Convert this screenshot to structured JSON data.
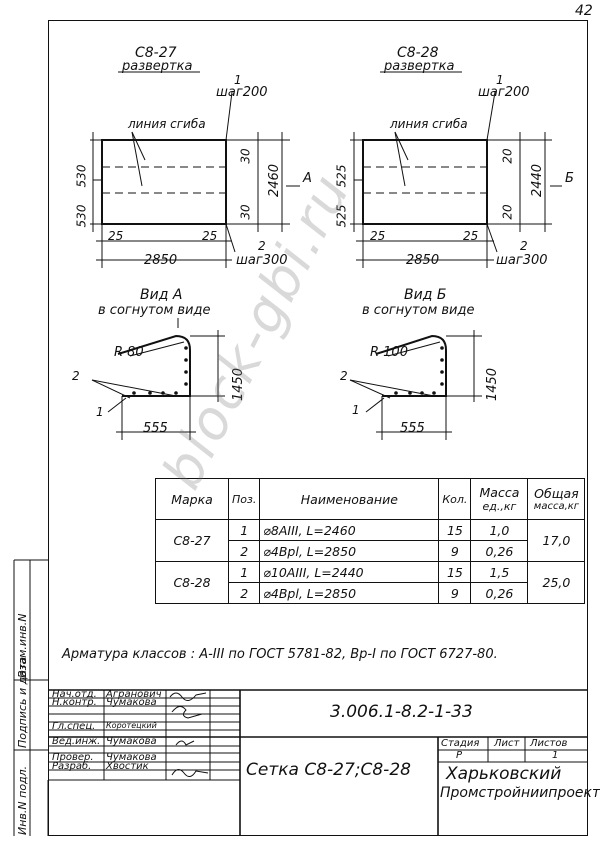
{
  "page_number": "42",
  "sheet_left": {
    "title": "С8-27",
    "subtitle": "развертка",
    "pos1": "1",
    "step1": "шаг200",
    "bend": "линия сгиба",
    "dim_top": "530",
    "dim_bot": "530",
    "dim_30a": "30",
    "dim_30b": "30",
    "dim_height": "2460",
    "view_arrow": "А",
    "dim_25a": "25",
    "dim_25b": "25",
    "pos2": "2",
    "dim_width": "2850",
    "step2": "шаг300"
  },
  "sheet_right": {
    "title": "С8-28",
    "subtitle": "развертка",
    "pos1": "1",
    "step1": "шаг200",
    "bend": "линия сгиба",
    "dim_top": "525",
    "dim_bot": "525",
    "dim_20a": "20",
    "dim_20b": "20",
    "dim_height": "2440",
    "view_arrow": "Б",
    "dim_25a": "25",
    "dim_25b": "25",
    "pos2": "2",
    "dim_width": "2850",
    "step2": "шаг300"
  },
  "view_a": {
    "title": "Вид А",
    "subtitle": "в согнутом виде",
    "radius": "R 80",
    "height": "1450",
    "width": "555",
    "pos2": "2",
    "pos1": "1"
  },
  "view_b": {
    "title": "Вид Б",
    "subtitle": "в согнутом виде",
    "radius": "R 100",
    "height": "1450",
    "width": "555",
    "pos2": "2",
    "pos1": "1"
  },
  "table": {
    "headers": {
      "mark": "Марка",
      "pos": "Поз.",
      "name": "Наименование",
      "qty": "Кол.",
      "mass1": "Масса",
      "mass1b": "ед.,кг",
      "mass2": "Общая",
      "mass2b": "масса,кг"
    },
    "groups": [
      {
        "mark": "С8-27",
        "total": "17,0",
        "rows": [
          {
            "pos": "1",
            "name": "⌀8АIII, L=2460",
            "qty": "15",
            "mass": "1,0"
          },
          {
            "pos": "2",
            "name": "⌀4Вpl, L=2850",
            "qty": "9",
            "mass": "0,26"
          }
        ]
      },
      {
        "mark": "С8-28",
        "total": "25,0",
        "rows": [
          {
            "pos": "1",
            "name": "⌀10АIII, L=2440",
            "qty": "15",
            "mass": "1,5"
          },
          {
            "pos": "2",
            "name": "⌀4Вpl, L=2850",
            "qty": "9",
            "mass": "0,26"
          }
        ]
      }
    ]
  },
  "note": "Арматура классов : А-III по ГОСТ 5781-82, Вр-I по ГОСТ 6727-80.",
  "side_labels": [
    "Инв.N подл.",
    "Подпись и дата",
    "Взам.инв.N"
  ],
  "stamp": {
    "roles": [
      "Нач.отд.",
      "Н.контр.",
      "Гл.спец.",
      "Вед.инж.",
      "Провер.",
      "Разраб."
    ],
    "names": [
      "Агранович",
      "Чумакова",
      "Коротецкий",
      "Чумакова",
      "Чумакова",
      "Хвостик"
    ],
    "code": "3.006.1-8.2-1-33",
    "title": "Сетка С8-27;С8-28",
    "stage_label": "Стадия",
    "sheet_label": "Лист",
    "sheets_label": "Листов",
    "stage": "Р",
    "sheet": "",
    "sheets": "1",
    "org1": "Харьковский",
    "org2": "Промстройниипроект"
  },
  "watermark": "block-gbi.ru"
}
